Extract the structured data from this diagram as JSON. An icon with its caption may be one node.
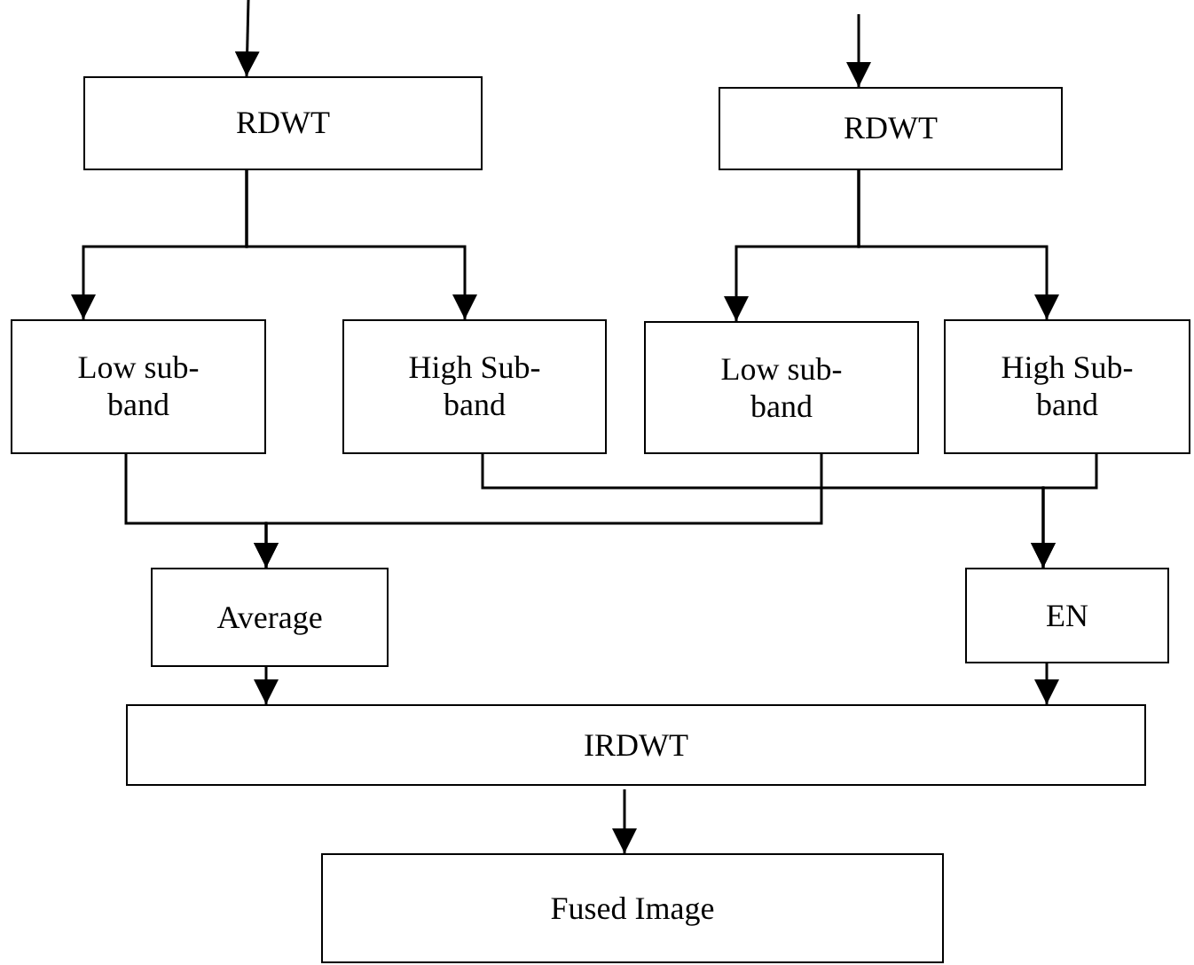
{
  "diagram": {
    "nodes": [
      {
        "text": [
          "RDWT"
        ]
      },
      {
        "text": [
          "RDWT"
        ]
      },
      {
        "text": [
          "Low sub-band"
        ]
      },
      {
        "text": [
          "High Sub-band"
        ]
      },
      {
        "text": [
          "Low sub-band"
        ]
      },
      {
        "text": [
          "High Sub-band"
        ]
      },
      {
        "text": [
          "Average"
        ]
      },
      {
        "text": [
          "EN"
        ]
      },
      {
        "text": [
          "IRDWT"
        ]
      },
      {
        "text": [
          "Fused Image"
        ]
      }
    ],
    "edges": [
      {
        "from": null,
        "to": 0,
        "arrow": "to"
      },
      {
        "from": null,
        "to": 1,
        "arrow": "to"
      },
      {
        "from": 0,
        "to": 2,
        "arrow": "to"
      },
      {
        "from": 0,
        "to": 3,
        "arrow": "to"
      },
      {
        "from": 1,
        "to": 4,
        "arrow": "to"
      },
      {
        "from": 1,
        "to": 5,
        "arrow": "to"
      },
      {
        "from": 2,
        "to": 6,
        "arrow": "to"
      },
      {
        "from": 4,
        "to": 6,
        "arrow": "to"
      },
      {
        "from": 3,
        "to": 7,
        "arrow": "to"
      },
      {
        "from": 5,
        "to": 7,
        "arrow": "to"
      },
      {
        "from": 6,
        "to": 8,
        "arrow": "to"
      },
      {
        "from": 7,
        "to": 8,
        "arrow": "to"
      },
      {
        "from": 8,
        "to": 9,
        "arrow": "to"
      }
    ]
  }
}
